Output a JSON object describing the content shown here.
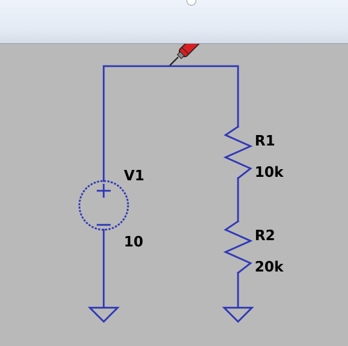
{
  "schematic": {
    "v1": {
      "name": "V1",
      "value": "10"
    },
    "r1": {
      "name": "R1",
      "value": "10k"
    },
    "r2": {
      "name": "R2",
      "value": "20k"
    }
  },
  "colors": {
    "wire": "#2e37b8",
    "background": "#b9b9b9",
    "probe_body": "#d81f22"
  },
  "icons": {
    "probe": "voltage-probe-icon",
    "ground": "ground-icon"
  }
}
